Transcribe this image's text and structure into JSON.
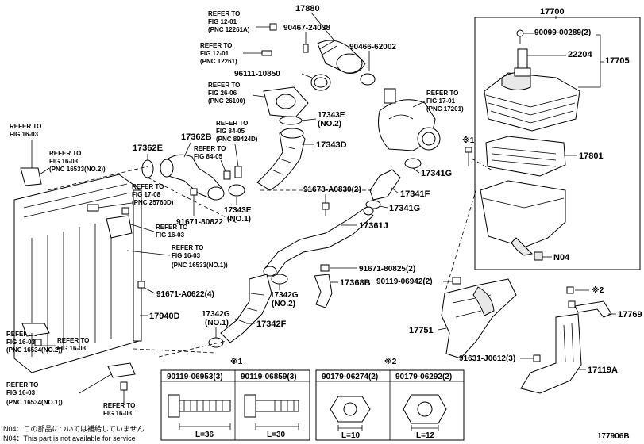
{
  "parts": {
    "p17880": "17880",
    "p90467": "90467-24038",
    "p90466": "90466-62002",
    "p96111": "96111-10850",
    "p17343E_1": "17343E",
    "p17343E_2": "(NO.2)",
    "p17343D": "17343D",
    "p17362B": "17362B",
    "p17362E": "17362E",
    "p17343E_3": "17343E",
    "p17343E_4": "(NO.1)",
    "p91671_80822": "91671-80822",
    "p17341G_1": "17341G",
    "p17341F": "17341F",
    "p17341G_2": "17341G",
    "p91673": "91673-A0830(2)",
    "p17361J": "17361J",
    "p91671_80825": "91671-80825(2)",
    "p17368B": "17368B",
    "p17342G_1": "17342G",
    "p17342G_2": "(NO.2)",
    "p17342G_3": "17342G",
    "p17342G_4": "(NO.1)",
    "p17342F": "17342F",
    "p91671_A0622": "91671-A0622(4)",
    "p17940D": "17940D",
    "p17700": "17700",
    "p90099": "90099-00289(2)",
    "p22204": "22204",
    "p17705": "17705",
    "p17801": "17801",
    "pN04": "N04",
    "p90119_06942": "90119-06942(2)",
    "p17751": "17751",
    "p17769": "17769",
    "p91631": "91631-J0612(3)",
    "p17119A": "17119A",
    "mark1": "※1",
    "mark2": "※2",
    "mark2b": "※2"
  },
  "refs": {
    "r1": [
      "REFER TO",
      "FIG 12-01",
      "(PNC 12261A)"
    ],
    "r2": [
      "REFER TO",
      "FIG 12-01",
      "(PNC 12261)"
    ],
    "r3": [
      "REFER TO",
      "FIG 26-06",
      "(PNC 26100)"
    ],
    "r4": [
      "REFER TO",
      "FIG 17-01",
      "(PNC 17201)"
    ],
    "r5": [
      "REFER TO",
      "FIG 84-05",
      "(PNC 89424D)"
    ],
    "r6": [
      "REFER TO",
      "FIG 84-05"
    ],
    "r7": [
      "REFER TO",
      "FIG 16-03"
    ],
    "r8": [
      "REFER TO",
      "FIG 16-03",
      "(PNC 16533(NO.2))"
    ],
    "r9": [
      "REFER TO",
      "FIG 17-08",
      "(PNC 25760D)"
    ],
    "r10": [
      "REFER TO",
      "FIG 16-03"
    ],
    "r11": [
      "REFER TO",
      "FIG 16-03",
      "(PNC 16533(NO.1))"
    ],
    "r12": [
      "REFER TO",
      "FIG 16-03",
      "(PNC 16534(NO.2))"
    ],
    "r13": [
      "REFER TO",
      "FIG 16-03"
    ],
    "r14": [
      "REFER TO",
      "FIG 16-03",
      "(PNC 16534(NO.1))"
    ],
    "r15": [
      "REFER TO",
      "FIG 16-03"
    ]
  },
  "table": {
    "group1_mark": "※1",
    "group2_mark": "※2",
    "c1": "90119-06953(3)",
    "c2": "90119-06859(3)",
    "c3": "90179-06274(2)",
    "c4": "90179-06292(2)",
    "l1": "L=36",
    "l2": "L=30",
    "l3": "L=10",
    "l4": "L=12"
  },
  "notes": {
    "jp": "N04：この部品については補給していません",
    "en": "N04：This part is not available for service"
  },
  "figure_id": "177906B"
}
